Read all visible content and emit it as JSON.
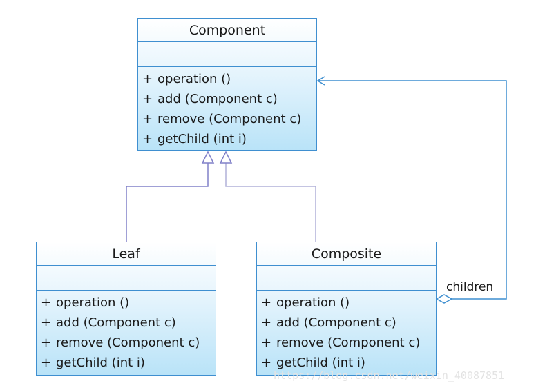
{
  "classes": {
    "component": {
      "name": "Component",
      "operations": [
        {
          "visibility": "+",
          "signature": "operation ()"
        },
        {
          "visibility": "+",
          "signature": "add (Component c)"
        },
        {
          "visibility": "+",
          "signature": "remove (Component c)"
        },
        {
          "visibility": "+",
          "signature": "getChild (int i)"
        }
      ]
    },
    "leaf": {
      "name": "Leaf",
      "operations": [
        {
          "visibility": "+",
          "signature": "operation ()"
        },
        {
          "visibility": "+",
          "signature": "add (Component c)"
        },
        {
          "visibility": "+",
          "signature": "remove (Component c)"
        },
        {
          "visibility": "+",
          "signature": "getChild (int i)"
        }
      ]
    },
    "composite": {
      "name": "Composite",
      "operations": [
        {
          "visibility": "+",
          "signature": "operation ()"
        },
        {
          "visibility": "+",
          "signature": "add (Component c)"
        },
        {
          "visibility": "+",
          "signature": "remove (Component c)"
        },
        {
          "visibility": "+",
          "signature": "getChild (int i)"
        }
      ]
    }
  },
  "relations": {
    "aggregation_role": "children"
  },
  "watermark": "https://blog.csdn.net/weixin_40087851",
  "colors": {
    "box_border": "#3f8fd0",
    "generalization_line": "#8080c8",
    "aggregation_line": "#3f8fd0"
  }
}
